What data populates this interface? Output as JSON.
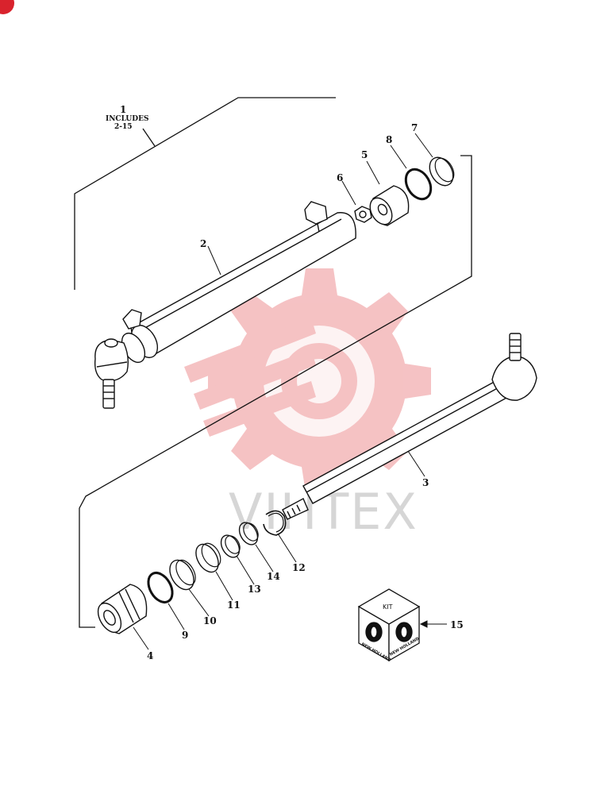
{
  "diagram": {
    "assembly": {
      "number": "1",
      "includes_label": "INCLUDES",
      "range": "2-15"
    },
    "callouts": [
      {
        "id": "2",
        "label": "2"
      },
      {
        "id": "3",
        "label": "3"
      },
      {
        "id": "4",
        "label": "4"
      },
      {
        "id": "5",
        "label": "5"
      },
      {
        "id": "6",
        "label": "6"
      },
      {
        "id": "7",
        "label": "7"
      },
      {
        "id": "8",
        "label": "8"
      },
      {
        "id": "9",
        "label": "9"
      },
      {
        "id": "10",
        "label": "10"
      },
      {
        "id": "11",
        "label": "11"
      },
      {
        "id": "12",
        "label": "12"
      },
      {
        "id": "13",
        "label": "13"
      },
      {
        "id": "14",
        "label": "14"
      },
      {
        "id": "15",
        "label": "15"
      }
    ],
    "kit": {
      "label": "KIT",
      "brand": "NEW HOLLAND"
    }
  },
  "watermark": {
    "text": "VIHTEX",
    "color": "#f2aeb0"
  },
  "colors": {
    "line": "#111111",
    "badge": "#d9232d"
  }
}
